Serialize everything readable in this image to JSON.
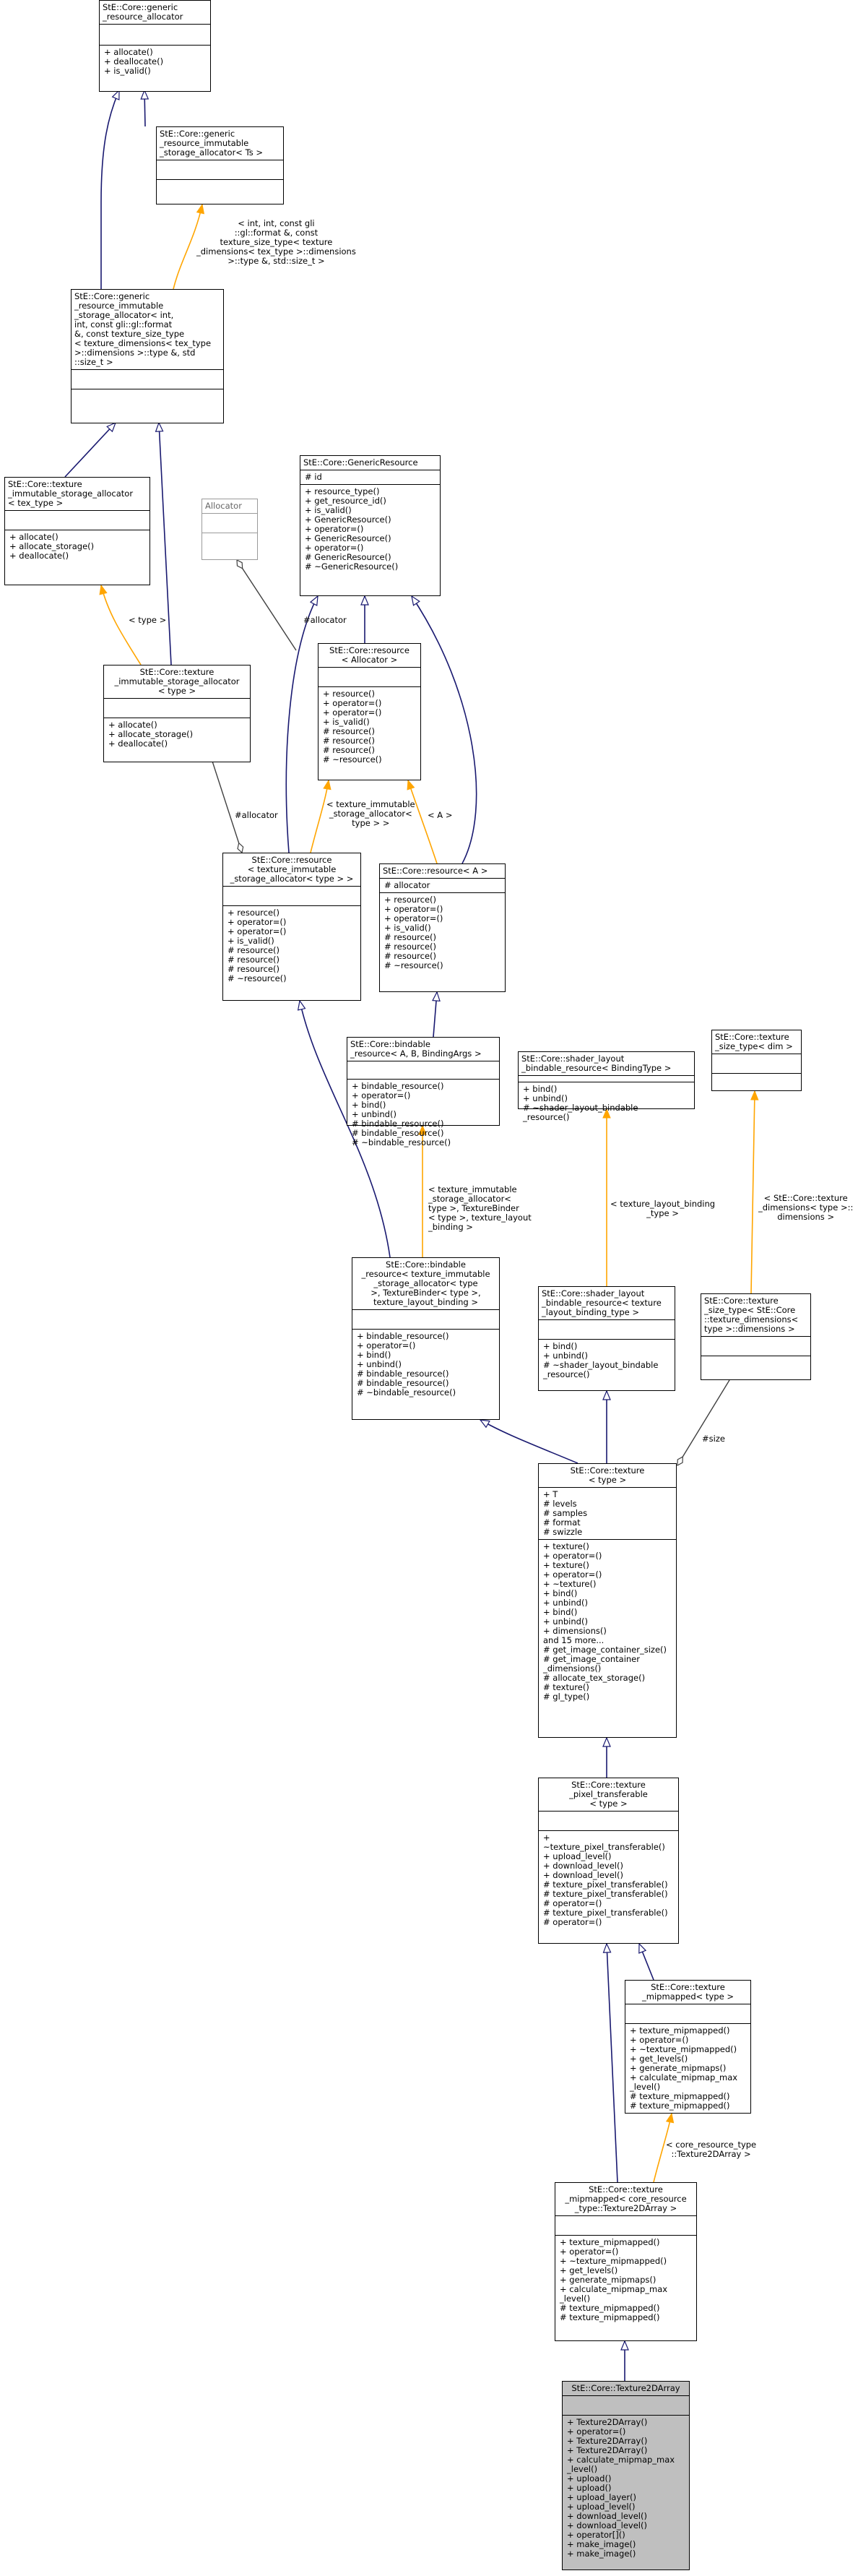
{
  "nodes": {
    "generic_resource_allocator": {
      "title": "StE::Core::generic\n_resource_allocator",
      "attrs": [],
      "methods": [
        "+ allocate()",
        "+ deallocate()",
        "+ is_valid()"
      ]
    },
    "generic_resource_immutable_storage_allocator_ts": {
      "title": "StE::Core::generic\n_resource_immutable\n_storage_allocator< Ts >",
      "attrs": [],
      "methods": []
    },
    "generic_resource_immutable_storage_allocator_int": {
      "title": "StE::Core::generic\n_resource_immutable\n_storage_allocator< int,\n int, const gli::gl::format\n &, const texture_size_type\n< texture_dimensions< tex_type\n >::dimensions >::type &, std\n::size_t >",
      "attrs": [],
      "methods": []
    },
    "texture_immutable_storage_allocator_tex": {
      "title": "StE::Core::texture\n_immutable_storage_allocator\n< tex_type >",
      "attrs": [],
      "methods": [
        "+ allocate()",
        "+ allocate_storage()",
        "+ deallocate()"
      ]
    },
    "texture_immutable_storage_allocator_type": {
      "title": "StE::Core::texture\n_immutable_storage_allocator\n< type >",
      "attrs": [],
      "methods": [
        "+ allocate()",
        "+ allocate_storage()",
        "+ deallocate()"
      ]
    },
    "allocator_external": {
      "title": "Allocator",
      "attrs": [],
      "methods": []
    },
    "generic_resource": {
      "title": "StE::Core::GenericResource",
      "attrs": [
        "# id"
      ],
      "methods": [
        "+ resource_type()",
        "+ get_resource_id()",
        "+ is_valid()",
        "+ GenericResource()",
        "+ operator=()",
        "+ GenericResource()",
        "+ operator=()",
        "# GenericResource()",
        "# ~GenericResource()"
      ]
    },
    "resource_allocator": {
      "title": "StE::Core::resource\n< Allocator >",
      "attrs": [],
      "methods": [
        "+ resource()",
        "+ operator=()",
        "+ operator=()",
        "+ is_valid()",
        "# resource()",
        "# resource()",
        "# resource()",
        "# ~resource()"
      ]
    },
    "resource_tex_alloc": {
      "title": "StE::Core::resource\n< texture_immutable\n_storage_allocator< type > >",
      "attrs": [],
      "methods": [
        "+ resource()",
        "+ operator=()",
        "+ operator=()",
        "+ is_valid()",
        "# resource()",
        "# resource()",
        "# resource()",
        "# ~resource()"
      ]
    },
    "resource_a": {
      "title": "StE::Core::resource< A >",
      "attrs": [
        "# allocator"
      ],
      "methods": [
        "+ resource()",
        "+ operator=()",
        "+ operator=()",
        "+ is_valid()",
        "# resource()",
        "# resource()",
        "# resource()",
        "# ~resource()"
      ]
    },
    "bindable_resource_generic": {
      "title": "StE::Core::bindable\n_resource< A, B, BindingArgs >",
      "attrs": [],
      "methods": [
        "+ bindable_resource()",
        "+ operator=()",
        "+ bind()",
        "+ unbind()",
        "# bindable_resource()",
        "# bindable_resource()",
        "# ~bindable_resource()"
      ]
    },
    "bindable_resource_tex": {
      "title": "StE::Core::bindable\n_resource< texture_immutable\n_storage_allocator< type\n >, TextureBinder< type >,\n texture_layout_binding >",
      "attrs": [],
      "methods": [
        "+ bindable_resource()",
        "+ operator=()",
        "+ bind()",
        "+ unbind()",
        "# bindable_resource()",
        "# bindable_resource()",
        "# ~bindable_resource()"
      ]
    },
    "shader_layout_binding_type": {
      "title": "StE::Core::shader_layout\n_bindable_resource< BindingType >",
      "attrs": [],
      "methods": [
        "+ bind()",
        "+ unbind()",
        "# ~shader_layout_bindable\n_resource()"
      ]
    },
    "shader_layout_tex": {
      "title": "StE::Core::shader_layout\n_bindable_resource< texture\n_layout_binding_type >",
      "attrs": [],
      "methods": [
        "+ bind()",
        "+ unbind()",
        "# ~shader_layout_bindable\n_resource()"
      ]
    },
    "texture_size_type_dim": {
      "title": "StE::Core::texture\n_size_type< dim >",
      "attrs": [],
      "methods": []
    },
    "texture_size_type_dims": {
      "title": "StE::Core::texture\n_size_type< StE::Core\n::texture_dimensions<\n type >::dimensions >",
      "attrs": [],
      "methods": []
    },
    "texture": {
      "title": "StE::Core::texture\n< type >",
      "attrs": [
        "+ T",
        "# levels",
        "# samples",
        "# format",
        "# swizzle"
      ],
      "methods": [
        "+ texture()",
        "+ operator=()",
        "+ texture()",
        "+ operator=()",
        "+ ~texture()",
        "+ bind()",
        "+ unbind()",
        "+ bind()",
        "+ unbind()",
        "+ dimensions()",
        "and 15 more...",
        "# get_image_container_size()",
        "# get_image_container\n_dimensions()",
        "# allocate_tex_storage()",
        "# texture()",
        "# gl_type()"
      ]
    },
    "texture_pixel_transferable": {
      "title": "StE::Core::texture\n_pixel_transferable\n< type >",
      "attrs": [],
      "methods": [
        "+ ~texture_pixel_transferable()",
        "+ upload_level()",
        "+ download_level()",
        "+ download_level()",
        "# texture_pixel_transferable()",
        "# texture_pixel_transferable()",
        "# operator=()",
        "# texture_pixel_transferable()",
        "# operator=()"
      ]
    },
    "texture_mipmapped_type": {
      "title": "StE::Core::texture\n_mipmapped< type >",
      "attrs": [],
      "methods": [
        "+ texture_mipmapped()",
        "+ operator=()",
        "+ ~texture_mipmapped()",
        "+ get_levels()",
        "+ generate_mipmaps()",
        "+ calculate_mipmap_max\n_level()",
        "# texture_mipmapped()",
        "# texture_mipmapped()"
      ]
    },
    "texture_mipmapped_2darray": {
      "title": "StE::Core::texture\n_mipmapped< core_resource\n_type::Texture2DArray >",
      "attrs": [],
      "methods": [
        "+ texture_mipmapped()",
        "+ operator=()",
        "+ ~texture_mipmapped()",
        "+ get_levels()",
        "+ generate_mipmaps()",
        "+ calculate_mipmap_max\n_level()",
        "# texture_mipmapped()",
        "# texture_mipmapped()"
      ]
    },
    "texture2darray": {
      "title": "StE::Core::Texture2DArray",
      "attrs": [],
      "methods": [
        "+ Texture2DArray()",
        "+ operator=()",
        "+ Texture2DArray()",
        "+ Texture2DArray()",
        "+ calculate_mipmap_max\n_level()",
        "+ upload()",
        "+ upload()",
        "+ upload_layer()",
        "+ upload_level()",
        "+ download_level()",
        "+ download_level()",
        "+ operator[]()",
        "+ make_image()",
        "+ make_image()"
      ]
    }
  },
  "edge_labels": {
    "ints_const_gli": "< int, int, const gli\n::gl::format &, const\n texture_size_type< texture\n_dimensions< tex_type >::dimensions\n >::type &, std::size_t >",
    "type_1": "< type >",
    "allocator_1": "#allocator",
    "allocator_2": "#allocator",
    "tex_alloc_type": "< texture_immutable\n_storage_allocator<\n type > >",
    "a_param": "< A >",
    "bindable_args": "< texture_immutable\n_storage_allocator<\n type >, TextureBinder\n< type >, texture_layout\n_binding >",
    "shader_layout_args": "< texture_layout_binding\n_type >",
    "size_args": "< StE::Core::texture\n_dimensions< type >::\ndimensions >",
    "size_member": "#size",
    "core_resource_type": "< core_resource_type\n::Texture2DArray >"
  },
  "colors": {
    "inheritance_edge": "#191970",
    "template_edge": "#ffa500",
    "usage_edge": "#404040",
    "highlight_fill": "#bfbfbf"
  }
}
